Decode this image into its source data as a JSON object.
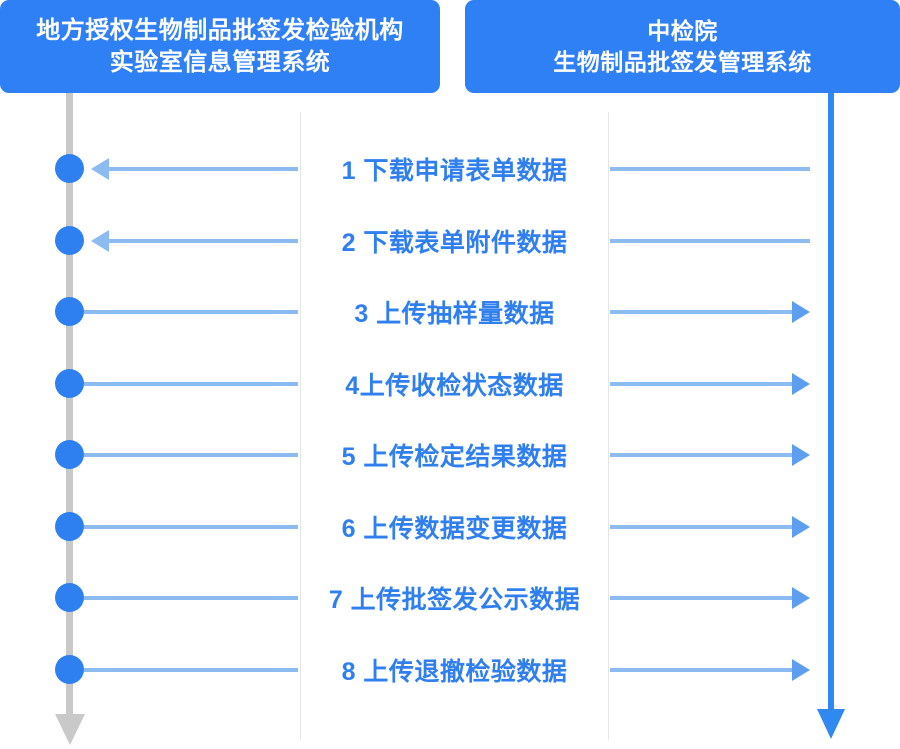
{
  "diagram": {
    "title_left_line1": "地方授权生物制品批签发检验机构",
    "title_left_line2": "实验室信息管理系统",
    "title_right_line1": "中检院",
    "title_right_line2": "生物制品批签发管理系统",
    "colors": {
      "header_blue": "#2F80F5",
      "node_blue": "#2E7FF0",
      "line_blue": "#8CBBF2",
      "label_blue": "#2F7FEE",
      "lifeline_gray": "#C9C9C9",
      "lifeline_blue": "#3089F0",
      "divider_gray": "#E3E5E8"
    },
    "steps": [
      {
        "number": "1",
        "label": "1 下载申请表单数据",
        "direction": "left"
      },
      {
        "number": "2",
        "label": "2 下载表单附件数据",
        "direction": "left"
      },
      {
        "number": "3",
        "label": "3 上传抽样量数据",
        "direction": "right"
      },
      {
        "number": "4",
        "label": "4上传收检状态数据",
        "direction": "right"
      },
      {
        "number": "5",
        "label": "5 上传检定结果数据",
        "direction": "right"
      },
      {
        "number": "6",
        "label": "6 上传数据变更数据",
        "direction": "right"
      },
      {
        "number": "7",
        "label": "7 上传批签发公示数据",
        "direction": "right"
      },
      {
        "number": "8",
        "label": "8 上传退撤检验数据",
        "direction": "right"
      }
    ]
  }
}
